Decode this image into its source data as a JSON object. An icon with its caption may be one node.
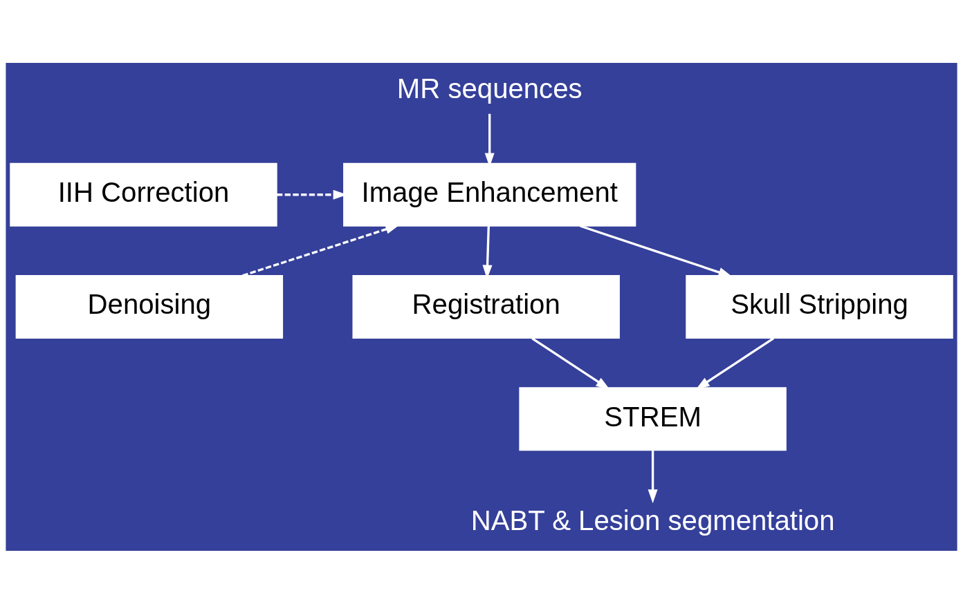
{
  "diagram": {
    "nodes": [
      {
        "text": [
          "MR sequences"
        ]
      },
      {
        "text": [
          "IIH Correction"
        ]
      },
      {
        "text": [
          "Denoising"
        ]
      },
      {
        "text": [
          "Image Enhancement"
        ]
      },
      {
        "text": [
          "Registration"
        ]
      },
      {
        "text": [
          "Skull Stripping"
        ]
      },
      {
        "text": [
          "STREM"
        ]
      },
      {
        "text": [
          "NABT & Lesion segmentation"
        ]
      }
    ],
    "edges": [
      {
        "from": 0,
        "to": 3,
        "arrow": "to"
      },
      {
        "from": 1,
        "to": 3,
        "arrow": "to",
        "style": "dashed"
      },
      {
        "from": 2,
        "to": 3,
        "arrow": "to",
        "style": "dashed"
      },
      {
        "from": 3,
        "to": 4,
        "arrow": "to"
      },
      {
        "from": 3,
        "to": 5,
        "arrow": "to"
      },
      {
        "from": 4,
        "to": 6,
        "arrow": "to"
      },
      {
        "from": 5,
        "to": 6,
        "arrow": "to"
      },
      {
        "from": 6,
        "to": 7,
        "arrow": "to"
      }
    ]
  }
}
